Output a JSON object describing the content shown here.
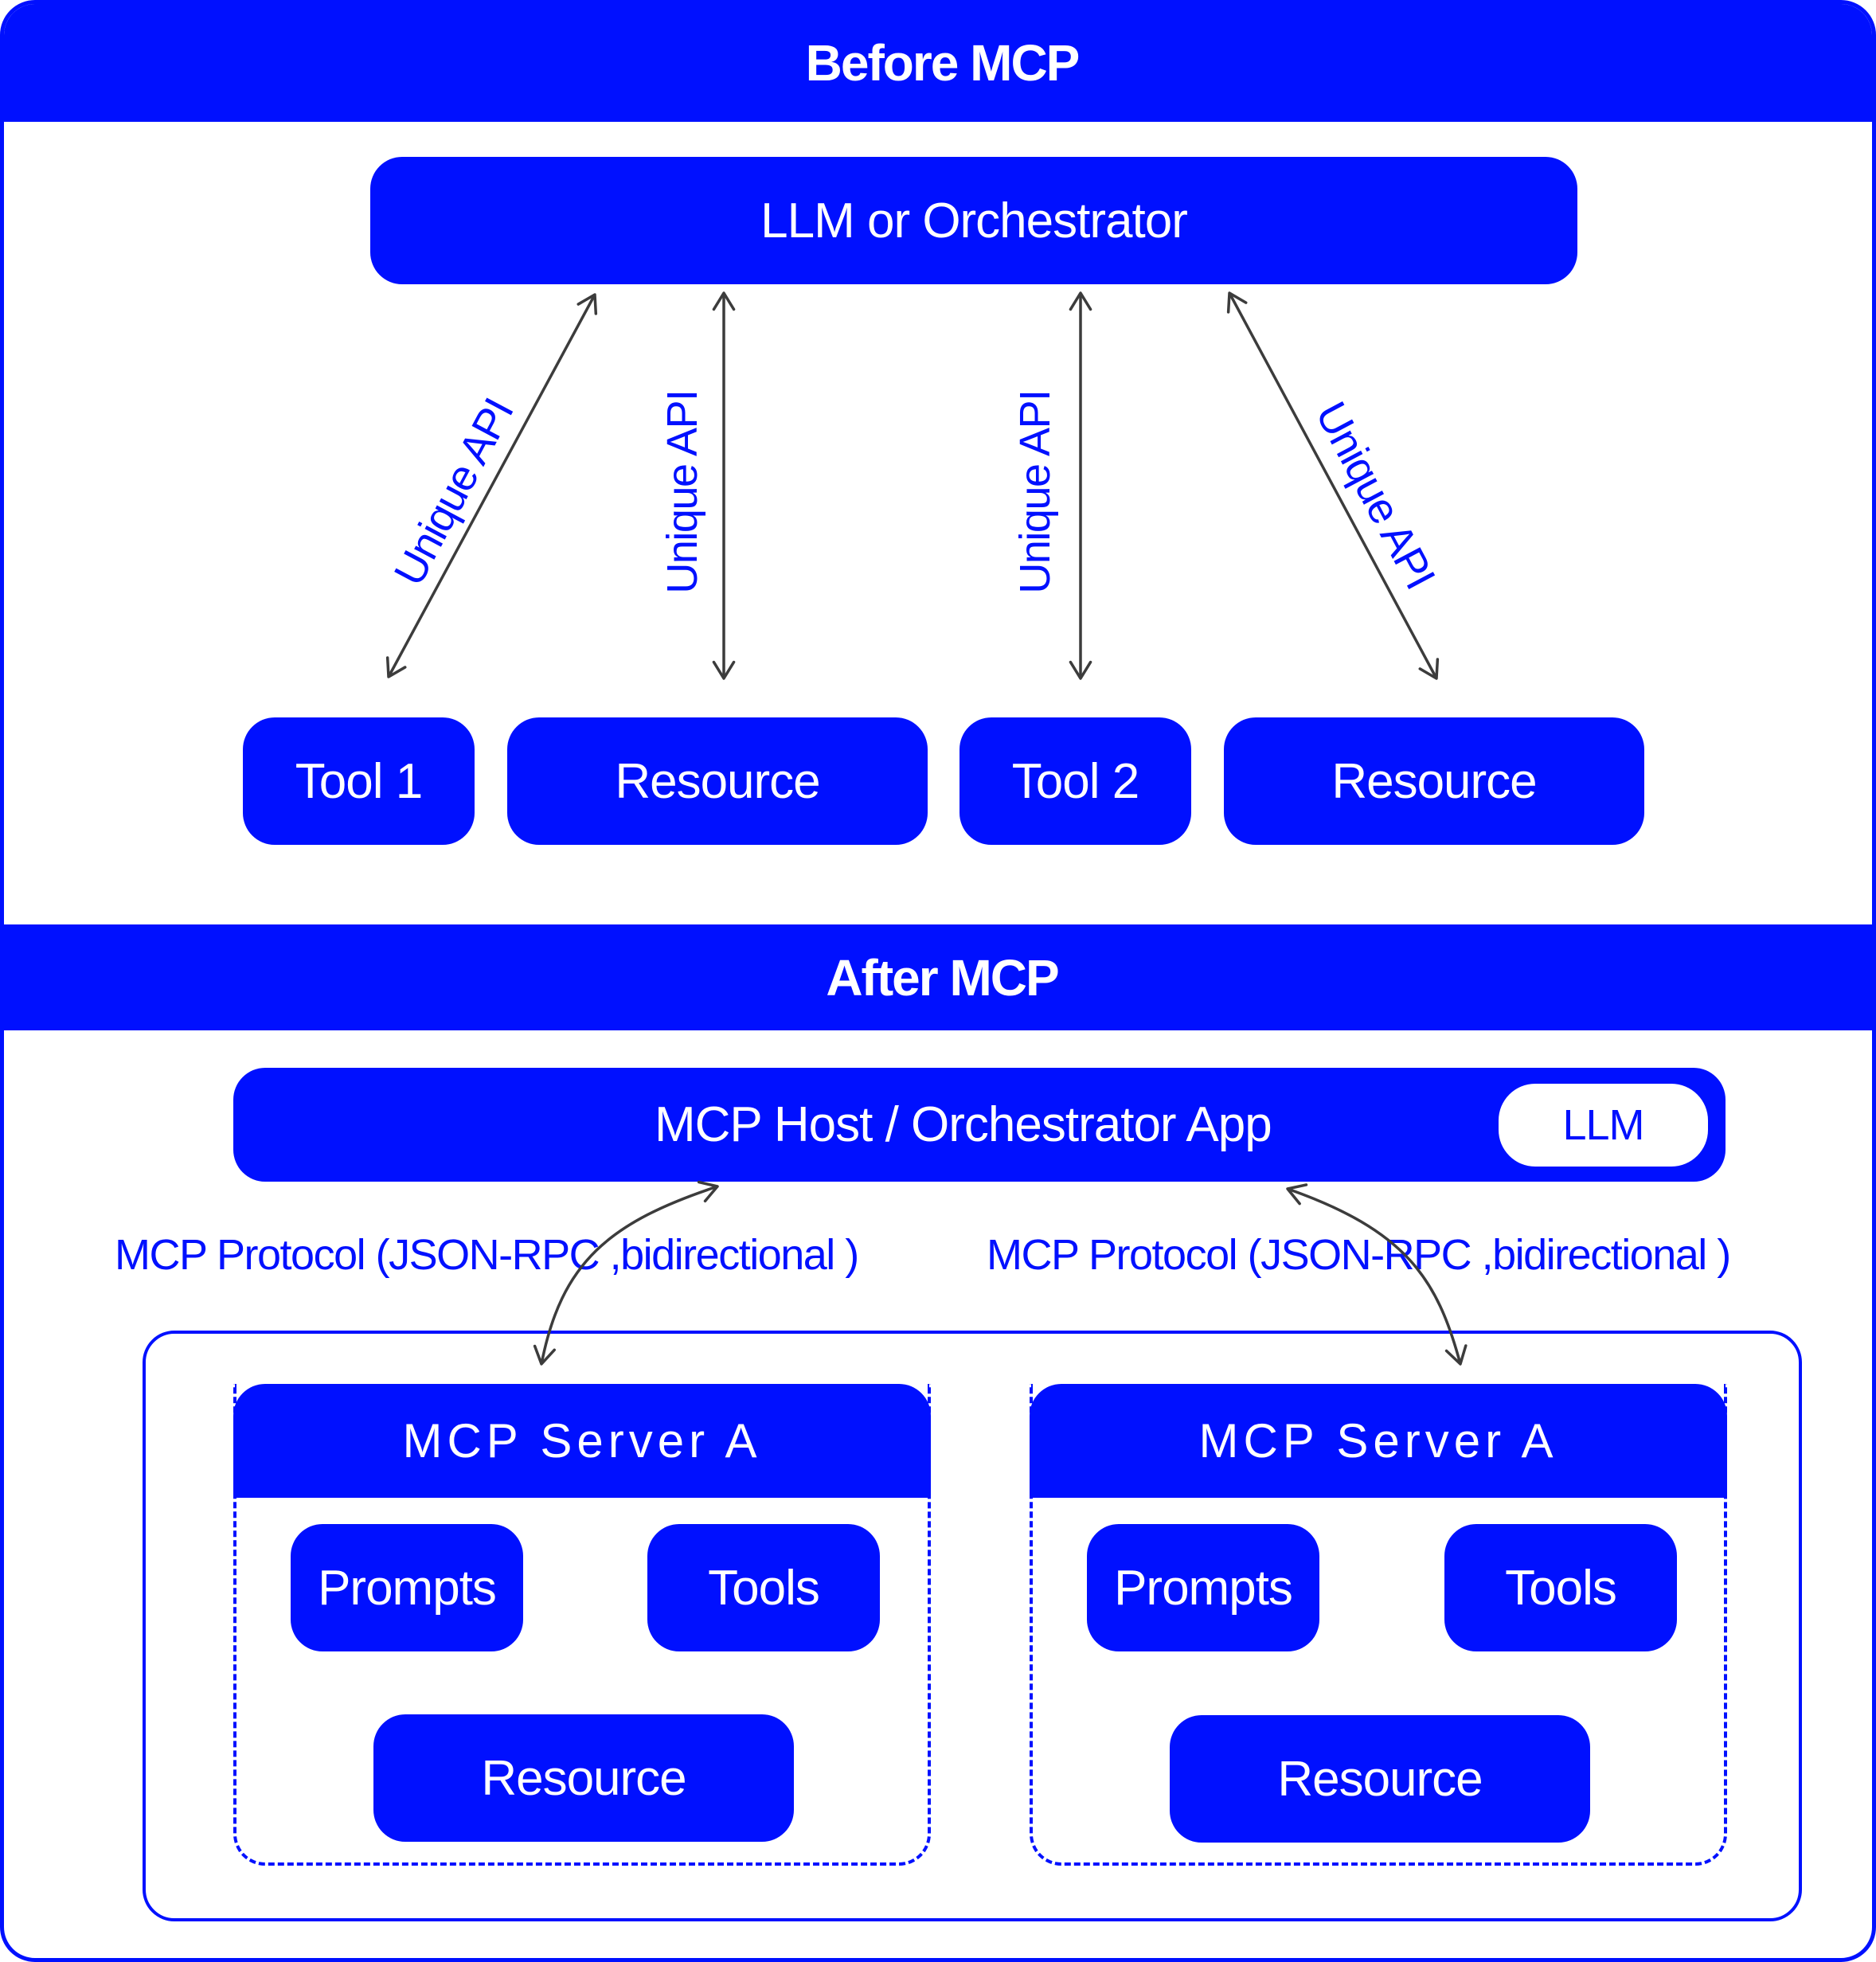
{
  "colors": {
    "brand_blue": "#0010ff",
    "arrow_gray": "#3c3c3c",
    "background": "#ffffff"
  },
  "before": {
    "title": "Before MCP",
    "orchestrator": "LLM or Orchestrator",
    "connection_label": "Unique API",
    "targets": [
      {
        "label": "Tool 1"
      },
      {
        "label": "Resource"
      },
      {
        "label": "Tool 2"
      },
      {
        "label": "Resource"
      }
    ],
    "connections": [
      {
        "label": "Unique API",
        "to": "Tool 1"
      },
      {
        "label": "Unique API",
        "to": "Resource"
      },
      {
        "label": "Unique API",
        "to": "Tool 2"
      },
      {
        "label": "Unique API",
        "to": "Resource"
      }
    ]
  },
  "after": {
    "title": "After MCP",
    "host": "MCP Host / Orchestrator App",
    "host_llm": "LLM",
    "protocol_labels": [
      "MCP Protocol (JSON-RPC ,bidirectional )",
      "MCP Protocol (JSON-RPC ,bidirectional )"
    ],
    "servers": [
      {
        "title": "MCP Server A",
        "prompts": "Prompts",
        "tools": "Tools",
        "resource": "Resource"
      },
      {
        "title": "MCP Server A",
        "prompts": "Prompts",
        "tools": "Tools",
        "resource": "Resource"
      }
    ]
  }
}
